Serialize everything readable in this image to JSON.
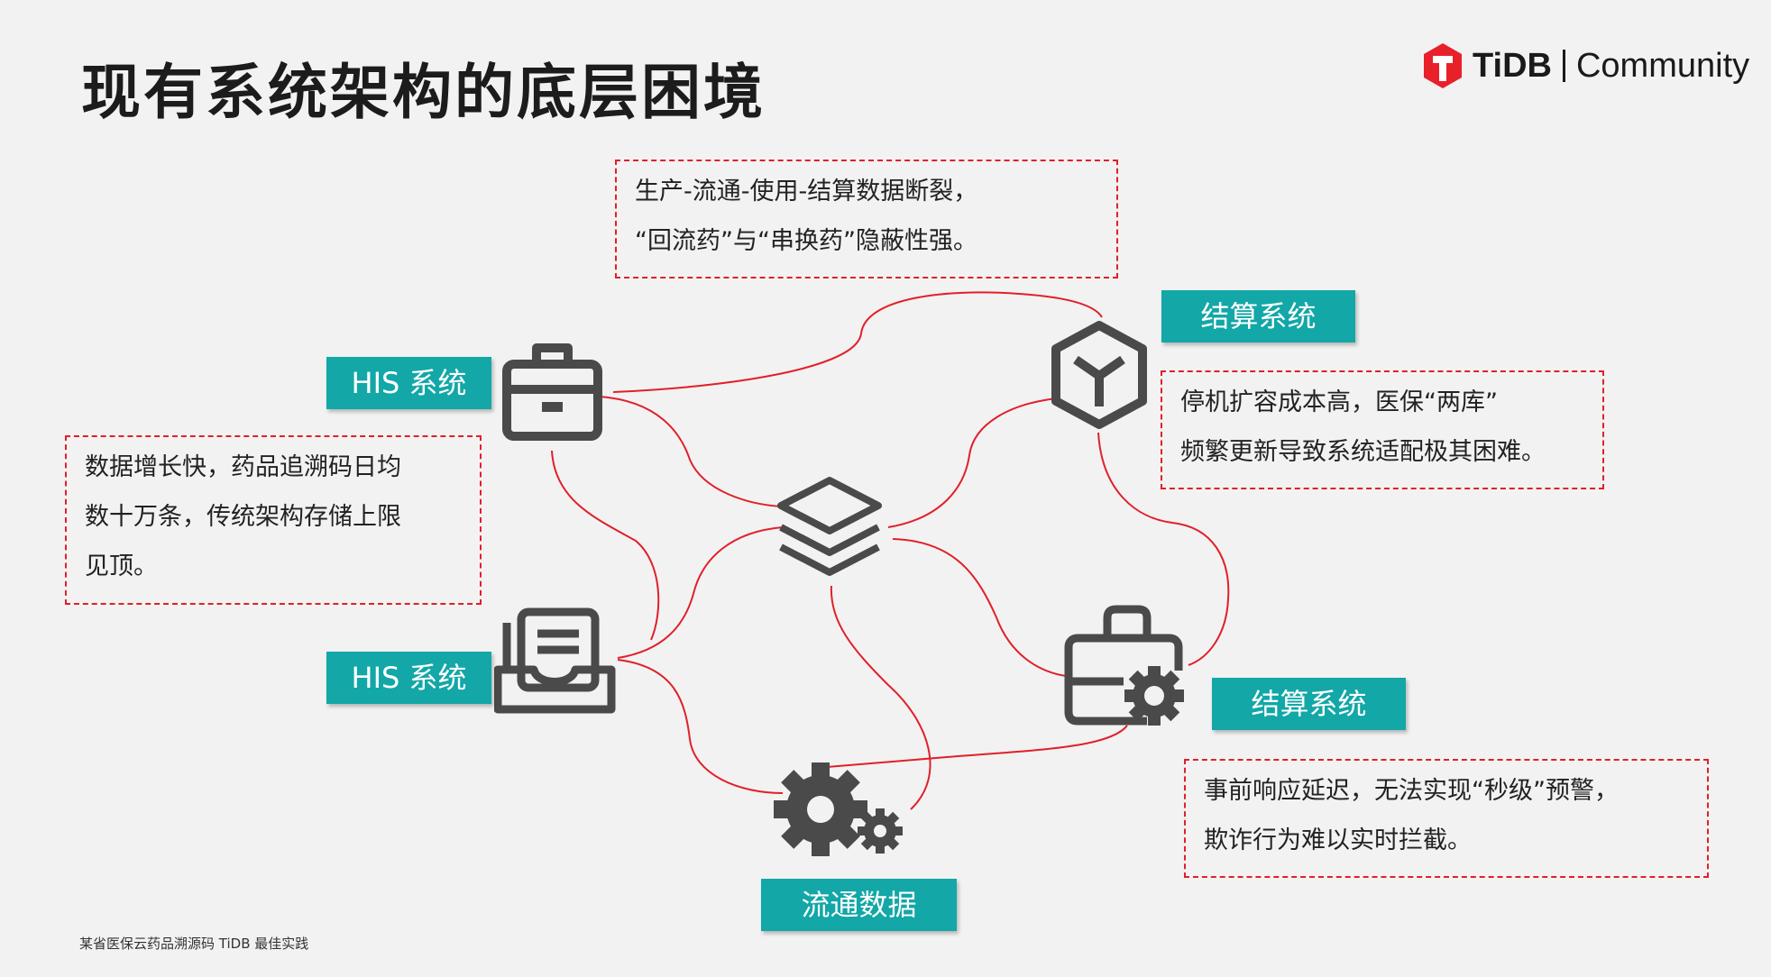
{
  "page": {
    "title": "现有系统架构的底层困境",
    "footer": "某省医保云药品溯源码 TiDB 最佳实践"
  },
  "logo": {
    "brand": "TiDB",
    "community": "Community",
    "brand_color": "#e8202a"
  },
  "tags": {
    "his_top": "HIS 系统",
    "his_bottom": "HIS 系统",
    "settle_top": "结算系统",
    "settle_bottom": "结算系统",
    "circulation": "流通数据"
  },
  "notes": {
    "top": [
      "生产-流通-使用-结算数据断裂，",
      "“回流药”与“串换药”隐蔽性强。"
    ],
    "left": [
      "数据增长快，药品追溯码日均",
      "数十万条，传统架构存储上限",
      "见顶。"
    ],
    "right": [
      "停机扩容成本高，医保“两库”",
      "频繁更新导致系统适配极其困难。"
    ],
    "bottom": [
      "事前响应延迟，无法实现“秒级”预警，",
      "欺诈行为难以实时拦截。"
    ]
  },
  "icons": {
    "his_top": "toolbox-icon",
    "his_bottom": "document-tray-icon",
    "hub": "layers-icon",
    "settle_top": "cube-icon",
    "settle_bottom": "briefcase-gear-icon",
    "circulation": "gears-icon"
  },
  "colors": {
    "accent": "#13a7a7",
    "connector": "#e0202a",
    "icon": "#4a4a4a"
  }
}
